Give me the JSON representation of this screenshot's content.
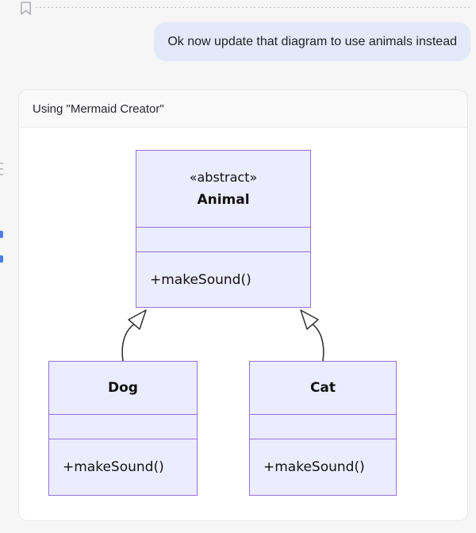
{
  "user_message": {
    "text": "Ok now update that diagram to use animals instead",
    "bubble_color": "#e3e9f8"
  },
  "tool_card": {
    "header_label": "Using \"Mermaid Creator\""
  },
  "diagram": {
    "type": "class-diagram",
    "classes": [
      {
        "name": "Animal",
        "stereotype": "«abstract»",
        "attributes": [],
        "methods": [
          "+makeSound()"
        ]
      },
      {
        "name": "Dog",
        "stereotype": "",
        "attributes": [],
        "methods": [
          "+makeSound()"
        ]
      },
      {
        "name": "Cat",
        "stereotype": "",
        "attributes": [],
        "methods": [
          "+makeSound()"
        ]
      }
    ],
    "relations": [
      {
        "from": "Dog",
        "to": "Animal",
        "type": "inheritance"
      },
      {
        "from": "Cat",
        "to": "Animal",
        "type": "inheritance"
      }
    ],
    "style": {
      "node_fill": "#ECECFF",
      "node_stroke": "#9370DB",
      "edge_color": "#333333"
    }
  }
}
